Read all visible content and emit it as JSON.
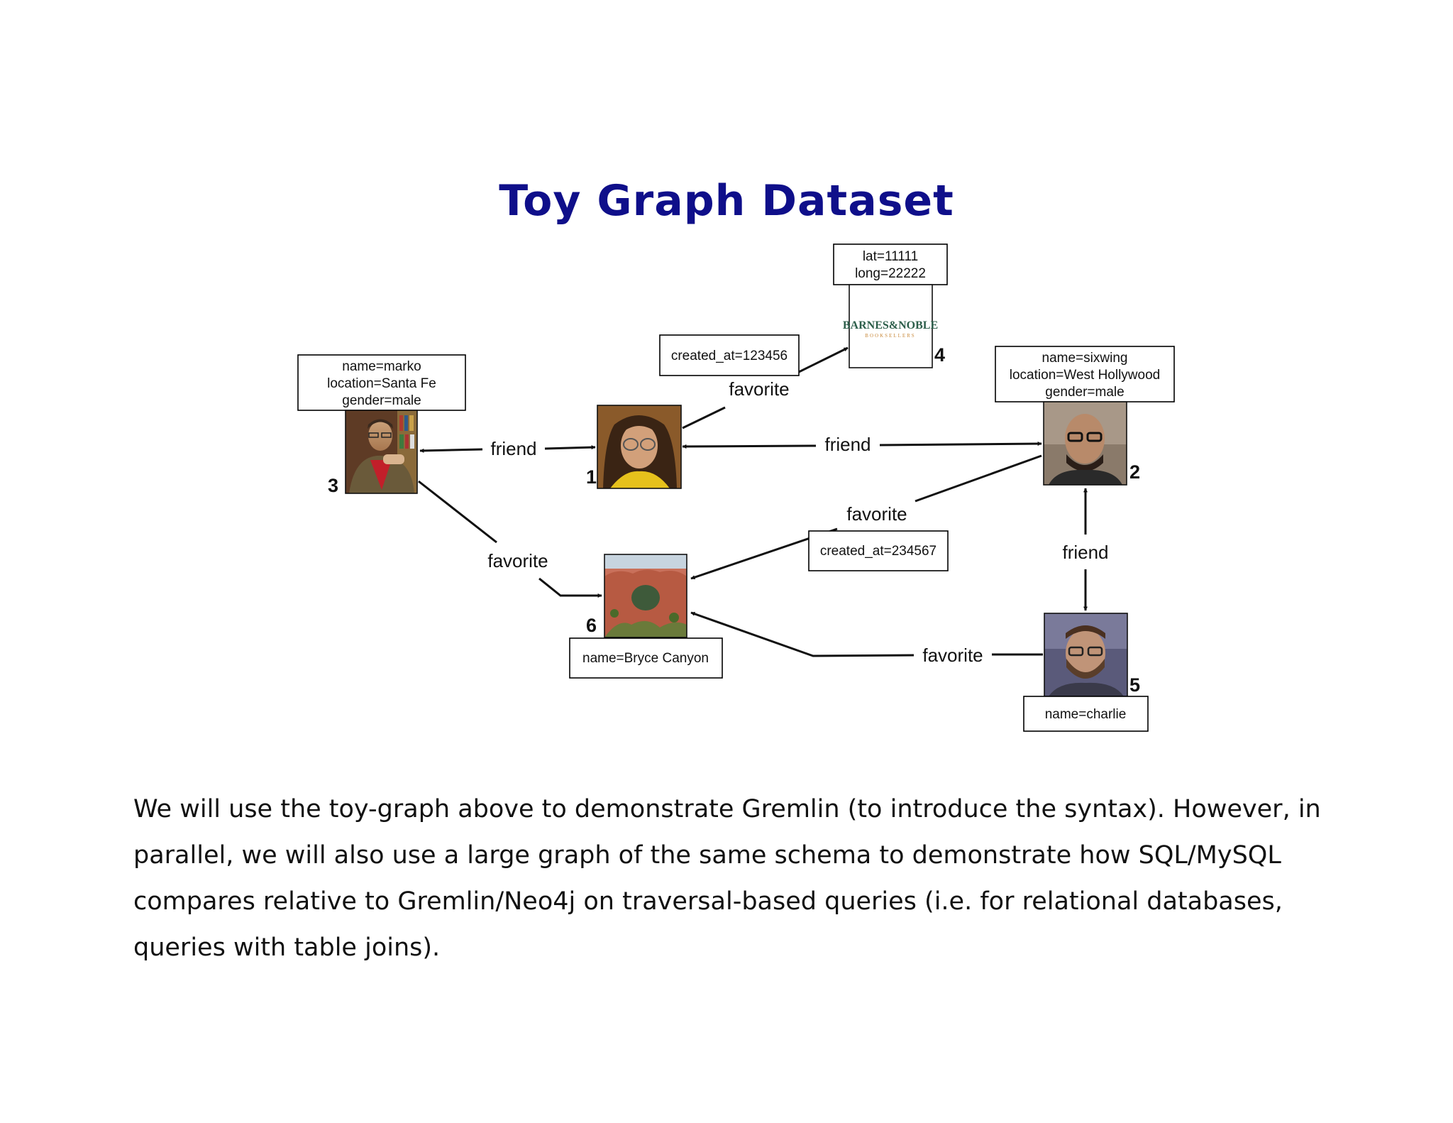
{
  "title": "Toy Graph Dataset",
  "vertices": {
    "v1": {
      "id": "1",
      "portrait": "portrait-long-hair-glasses"
    },
    "v2": {
      "id": "2",
      "props": [
        "name=sixwing",
        "location=West Hollywood",
        "gender=male"
      ],
      "portrait": "portrait-bald-glasses"
    },
    "v3": {
      "id": "3",
      "props": [
        "name=marko",
        "location=Santa Fe",
        "gender=male"
      ],
      "portrait": "portrait-bookshelf"
    },
    "v4": {
      "id": "4",
      "props": [
        "lat=11111",
        "long=22222"
      ],
      "logo_text": "BARNES&NOBLE",
      "logo_subtext": "BOOKSELLERS"
    },
    "v5": {
      "id": "5",
      "props": [
        "name=charlie"
      ],
      "portrait": "portrait-beard-glasses"
    },
    "v6": {
      "id": "6",
      "props": [
        "name=Bryce Canyon"
      ],
      "photo": "canyon-arch-photo"
    }
  },
  "edges": {
    "e31": {
      "label": "friend"
    },
    "e12": {
      "label": "friend"
    },
    "e25": {
      "label": "friend"
    },
    "e14": {
      "label": "favorite",
      "prop": "created_at=123456"
    },
    "e26": {
      "label": "favorite",
      "prop": "created_at=234567"
    },
    "e36": {
      "label": "favorite"
    },
    "e56": {
      "label": "favorite"
    }
  },
  "colors": {
    "title": "#0f0f8a",
    "bn_green": "#2c5e4a",
    "bn_orange": "#c8893a"
  },
  "description": "We will use the toy-graph above to demonstrate Gremlin (to introduce the syntax). However, in parallel, we will also use a large graph of the same schema to demonstrate how SQL/MySQL compares relative to Gremlin/Neo4j on traversal-based queries (i.e. for relational databases, queries with table joins)."
}
